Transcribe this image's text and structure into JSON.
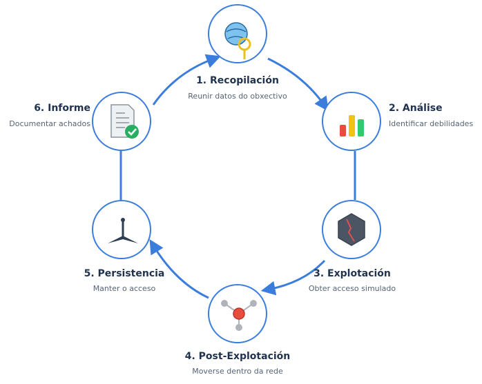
{
  "steps": [
    {
      "title": "1. Recopilación",
      "desc": "Reunir datos do obxectivo",
      "icon": "magnifier-globe-icon"
    },
    {
      "title": "2. Análise",
      "desc": "Identificar debilidades",
      "icon": "bar-chart-icon"
    },
    {
      "title": "3. Explotación",
      "desc": "Obter acceso simulado",
      "icon": "broken-shield-icon"
    },
    {
      "title": "4. Post-Explotación",
      "desc": "Moverse dentro da rede",
      "icon": "network-node-icon"
    },
    {
      "title": "5. Persistencia",
      "desc": "Manter o acceso",
      "icon": "anchor-icon"
    },
    {
      "title": "6. Informe",
      "desc": "Documentar achados",
      "icon": "report-check-icon"
    }
  ],
  "colors": {
    "ring": "#3b7ddd",
    "title": "#1f3350",
    "desc": "#556476"
  }
}
